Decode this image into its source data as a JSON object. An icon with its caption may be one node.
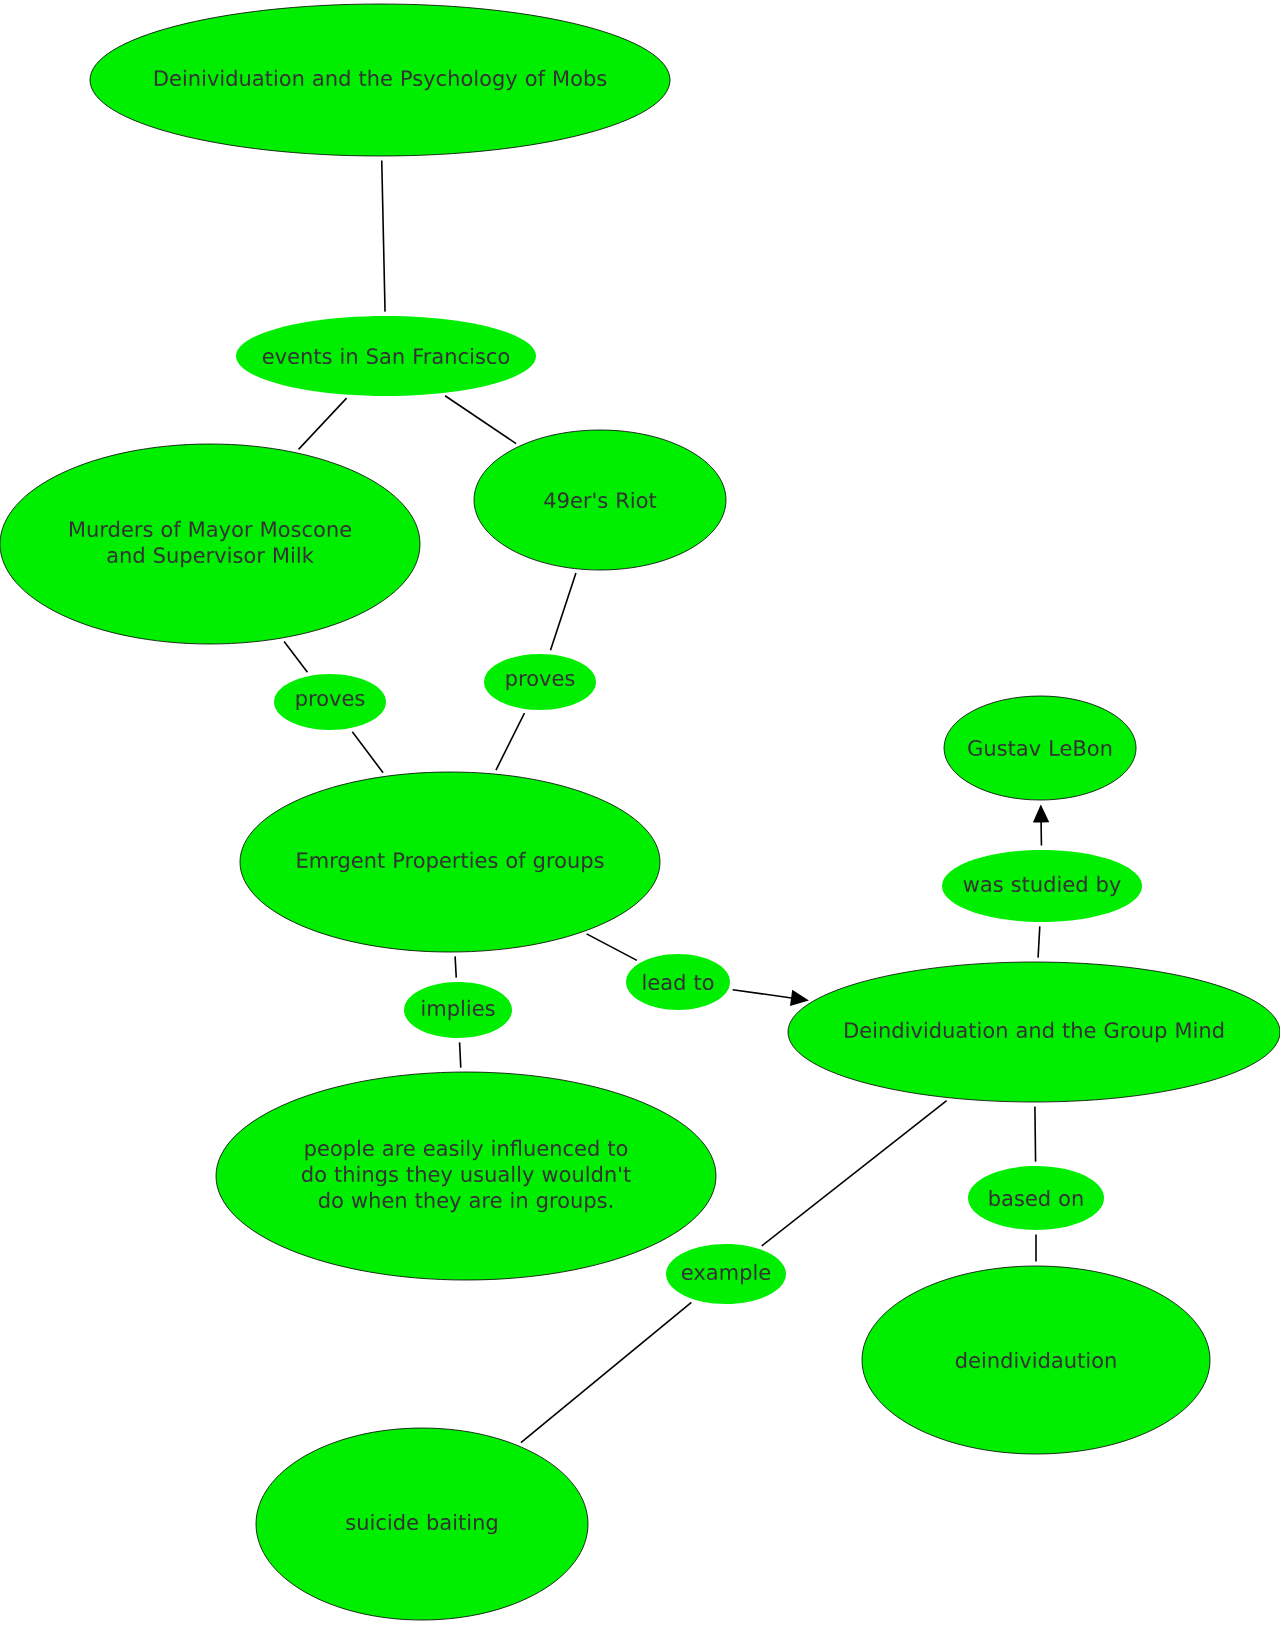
{
  "diagram": {
    "nodes": [
      {
        "text": [
          "Deinividuation and the Psychology of Mobs"
        ]
      },
      {
        "text": [
          "events in San Francisco"
        ]
      },
      {
        "text": [
          "Murders of Mayor Moscone and Supervisor Milk"
        ]
      },
      {
        "text": [
          "49er's Riot"
        ]
      },
      {
        "text": [
          "proves"
        ]
      },
      {
        "text": [
          "proves"
        ]
      },
      {
        "text": [
          "Emrgent Properties of groups"
        ]
      },
      {
        "text": [
          "Gustav LeBon"
        ]
      },
      {
        "text": [
          "was studied by"
        ]
      },
      {
        "text": [
          "lead to"
        ]
      },
      {
        "text": [
          "Deindividuation and the Group Mind"
        ]
      },
      {
        "text": [
          "implies"
        ]
      },
      {
        "text": [
          "people are easily influenced to do things they usually wouldn't do when they are in groups."
        ]
      },
      {
        "text": [
          "based on"
        ]
      },
      {
        "text": [
          "example"
        ]
      },
      {
        "text": [
          "deindividaution"
        ]
      },
      {
        "text": [
          "suicide baiting"
        ]
      }
    ],
    "edges": [
      {
        "from": 0,
        "to": 1,
        "arrow": "none"
      },
      {
        "from": 1,
        "to": 2,
        "arrow": "none"
      },
      {
        "from": 1,
        "to": 3,
        "arrow": "none"
      },
      {
        "from": 2,
        "to": 4,
        "arrow": "none"
      },
      {
        "from": 4,
        "to": 6,
        "arrow": "none"
      },
      {
        "from": 3,
        "to": 5,
        "arrow": "none"
      },
      {
        "from": 5,
        "to": 6,
        "arrow": "none"
      },
      {
        "from": 6,
        "to": 9,
        "arrow": "none"
      },
      {
        "from": 9,
        "to": 10,
        "arrow": "to"
      },
      {
        "from": 10,
        "to": 8,
        "arrow": "none"
      },
      {
        "from": 8,
        "to": 7,
        "arrow": "to"
      },
      {
        "from": 6,
        "to": 11,
        "arrow": "none"
      },
      {
        "from": 11,
        "to": 12,
        "arrow": "none"
      },
      {
        "from": 10,
        "to": 13,
        "arrow": "none"
      },
      {
        "from": 13,
        "to": 15,
        "arrow": "none"
      },
      {
        "from": 10,
        "to": 14,
        "arrow": "none"
      },
      {
        "from": 14,
        "to": 16,
        "arrow": "none"
      }
    ]
  }
}
